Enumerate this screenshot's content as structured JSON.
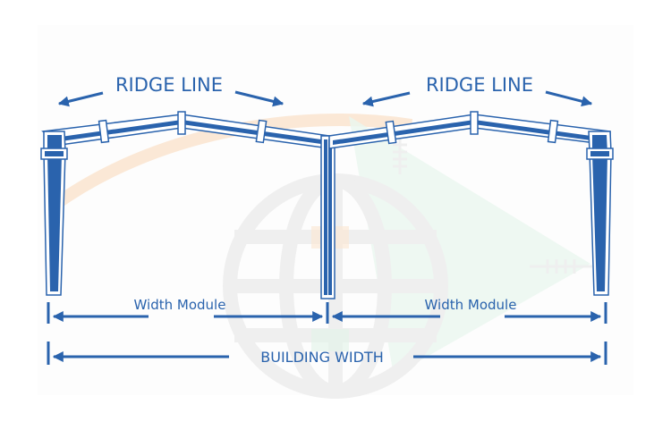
{
  "diagram": {
    "title": "Multi-span rigid frame building width diagram",
    "colors": {
      "frame": "#2a63ad",
      "frame_outline": "#2a63ad",
      "label": "#2a63ad",
      "background": "#fdfdfd",
      "watermark_gray": "#eeeeee",
      "watermark_orange": "#fbe6d2",
      "watermark_green": "#e4f3ea"
    },
    "labels": {
      "ridge_left": "RIDGE LINE",
      "ridge_right": "RIDGE LINE",
      "width_module_left": "Width Module",
      "width_module_right": "Width Module",
      "building_width": "BUILDING WIDTH"
    },
    "spans": [
      {
        "name": "left-span",
        "label": "Width Module"
      },
      {
        "name": "right-span",
        "label": "Width Module"
      }
    ],
    "columns": [
      "left-exterior-column",
      "interior-column",
      "right-exterior-column"
    ],
    "watermark": "globe-logo"
  }
}
